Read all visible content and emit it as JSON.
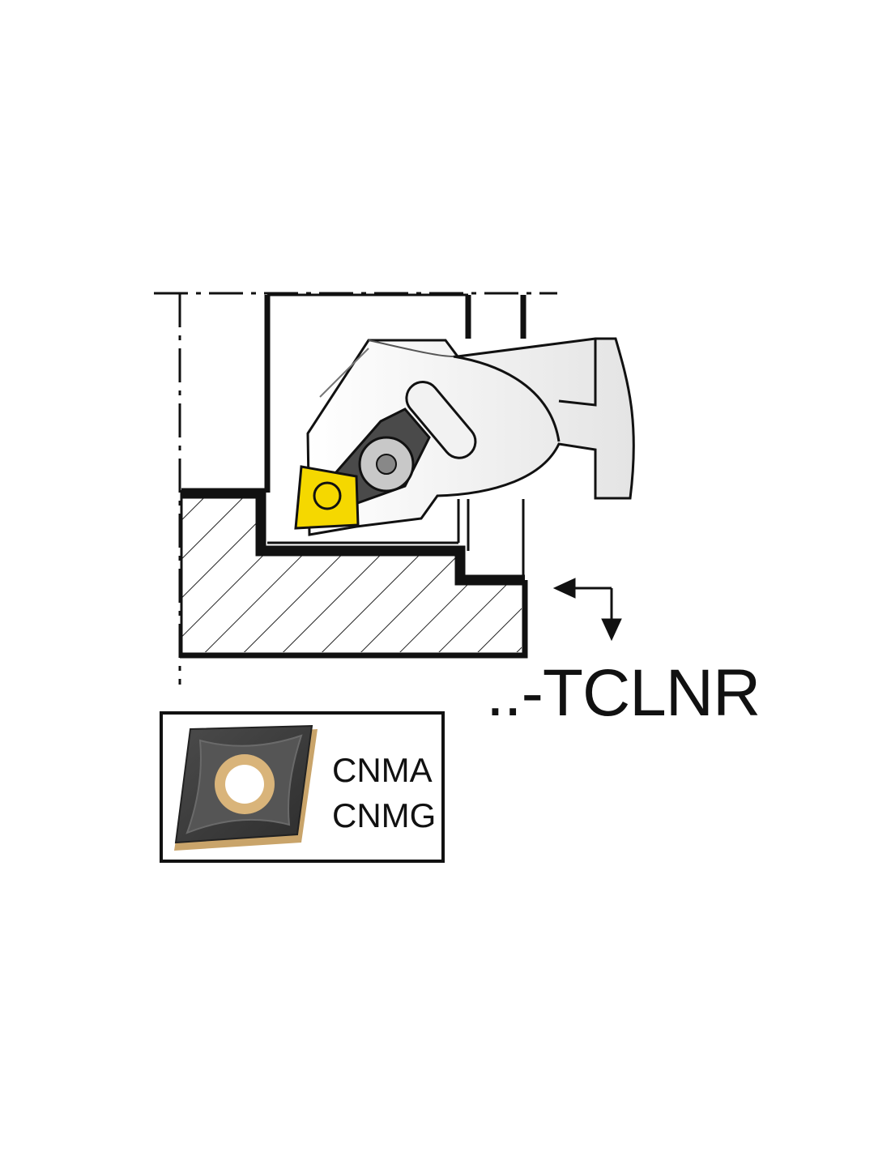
{
  "holder": {
    "designation": "..-TCLNR",
    "insert_color": "#f5d800"
  },
  "insert_legend": {
    "types": [
      "CNMA",
      "CNMG"
    ],
    "icon": "cnm-insert-photo"
  }
}
